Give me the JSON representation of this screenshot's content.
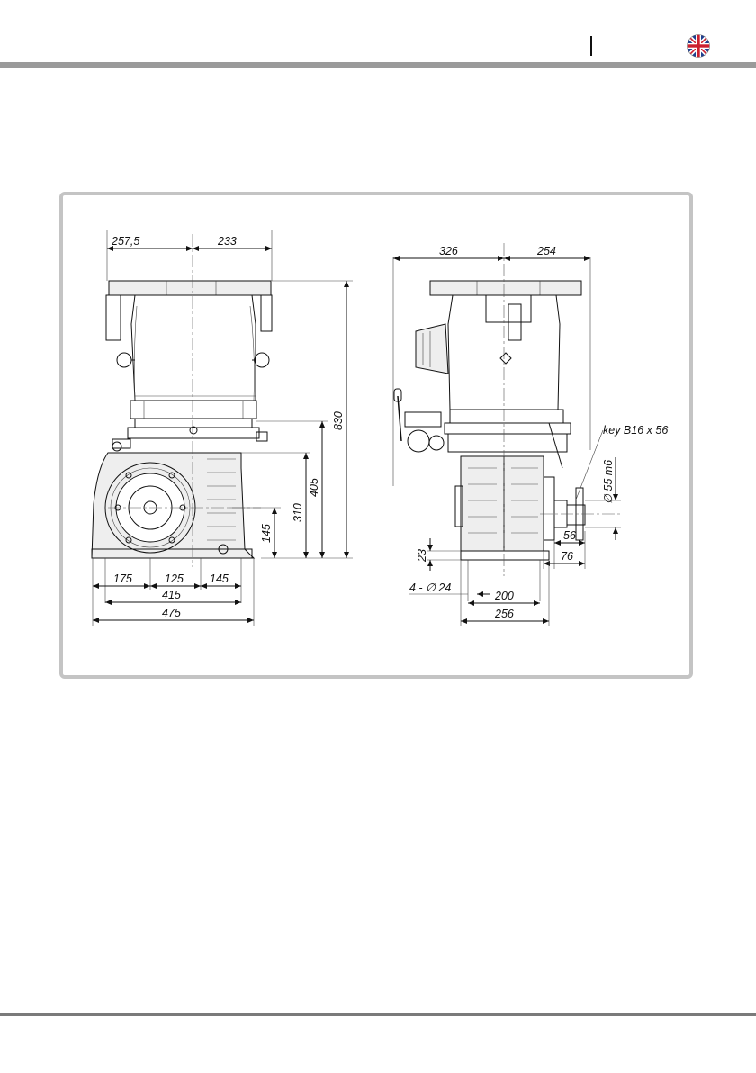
{
  "header": {
    "language_flag_icon": "uk-flag-icon"
  },
  "drawing": {
    "left_view": {
      "top_dims": [
        "257,5",
        "233"
      ],
      "height_dims": [
        "830",
        "405",
        "310",
        "145"
      ],
      "bottom_dims": [
        "175",
        "125",
        "145",
        "415",
        "475"
      ]
    },
    "right_view": {
      "top_dims": [
        "326",
        "254"
      ],
      "key_label": "key B16 x 56",
      "shaft_label": "∅ 55 m6",
      "dims": [
        "23",
        "56",
        "76",
        "200",
        "256"
      ],
      "holes_label": "4 - ∅  24"
    }
  },
  "colors": {
    "rule": "#9a9a9a",
    "frame": "#c4c4c4",
    "flag_blue": "#1f3f8f",
    "flag_red": "#cc1f2f"
  }
}
